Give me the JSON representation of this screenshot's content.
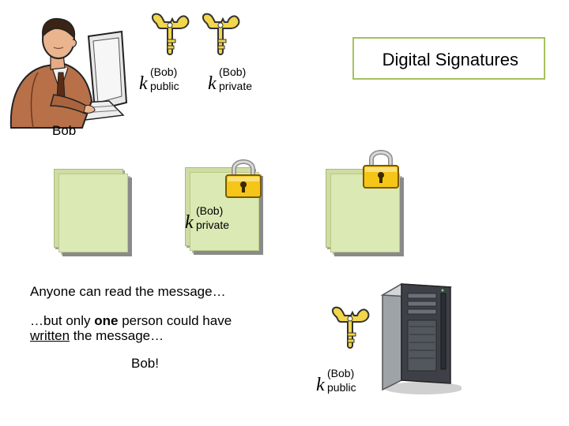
{
  "title": "Digital Signatures",
  "person_label": "Bob",
  "keys": {
    "public_top": {
      "symbol": "k",
      "superscript": "(Bob)",
      "subscript": "public"
    },
    "private_top": {
      "symbol": "k",
      "superscript": "(Bob)",
      "subscript": "private"
    },
    "private_msg": {
      "symbol": "k",
      "superscript": "(Bob)",
      "subscript": "private"
    },
    "public_server": {
      "symbol": "k",
      "superscript": "(Bob)",
      "subscript": "public"
    }
  },
  "captions": {
    "line1": "Anyone can read the message…",
    "line2_prefix": "…but only ",
    "line2_bold": "one",
    "line2_suffix": " person could have",
    "line3_underlined": "written",
    "line3_suffix": " the message…",
    "exclaim": "Bob!"
  },
  "colors": {
    "title_border": "#a5c25c",
    "sheet": "#dbe9b4",
    "key_gold": "#f2d64b",
    "lock_gold": "#f5c518"
  }
}
